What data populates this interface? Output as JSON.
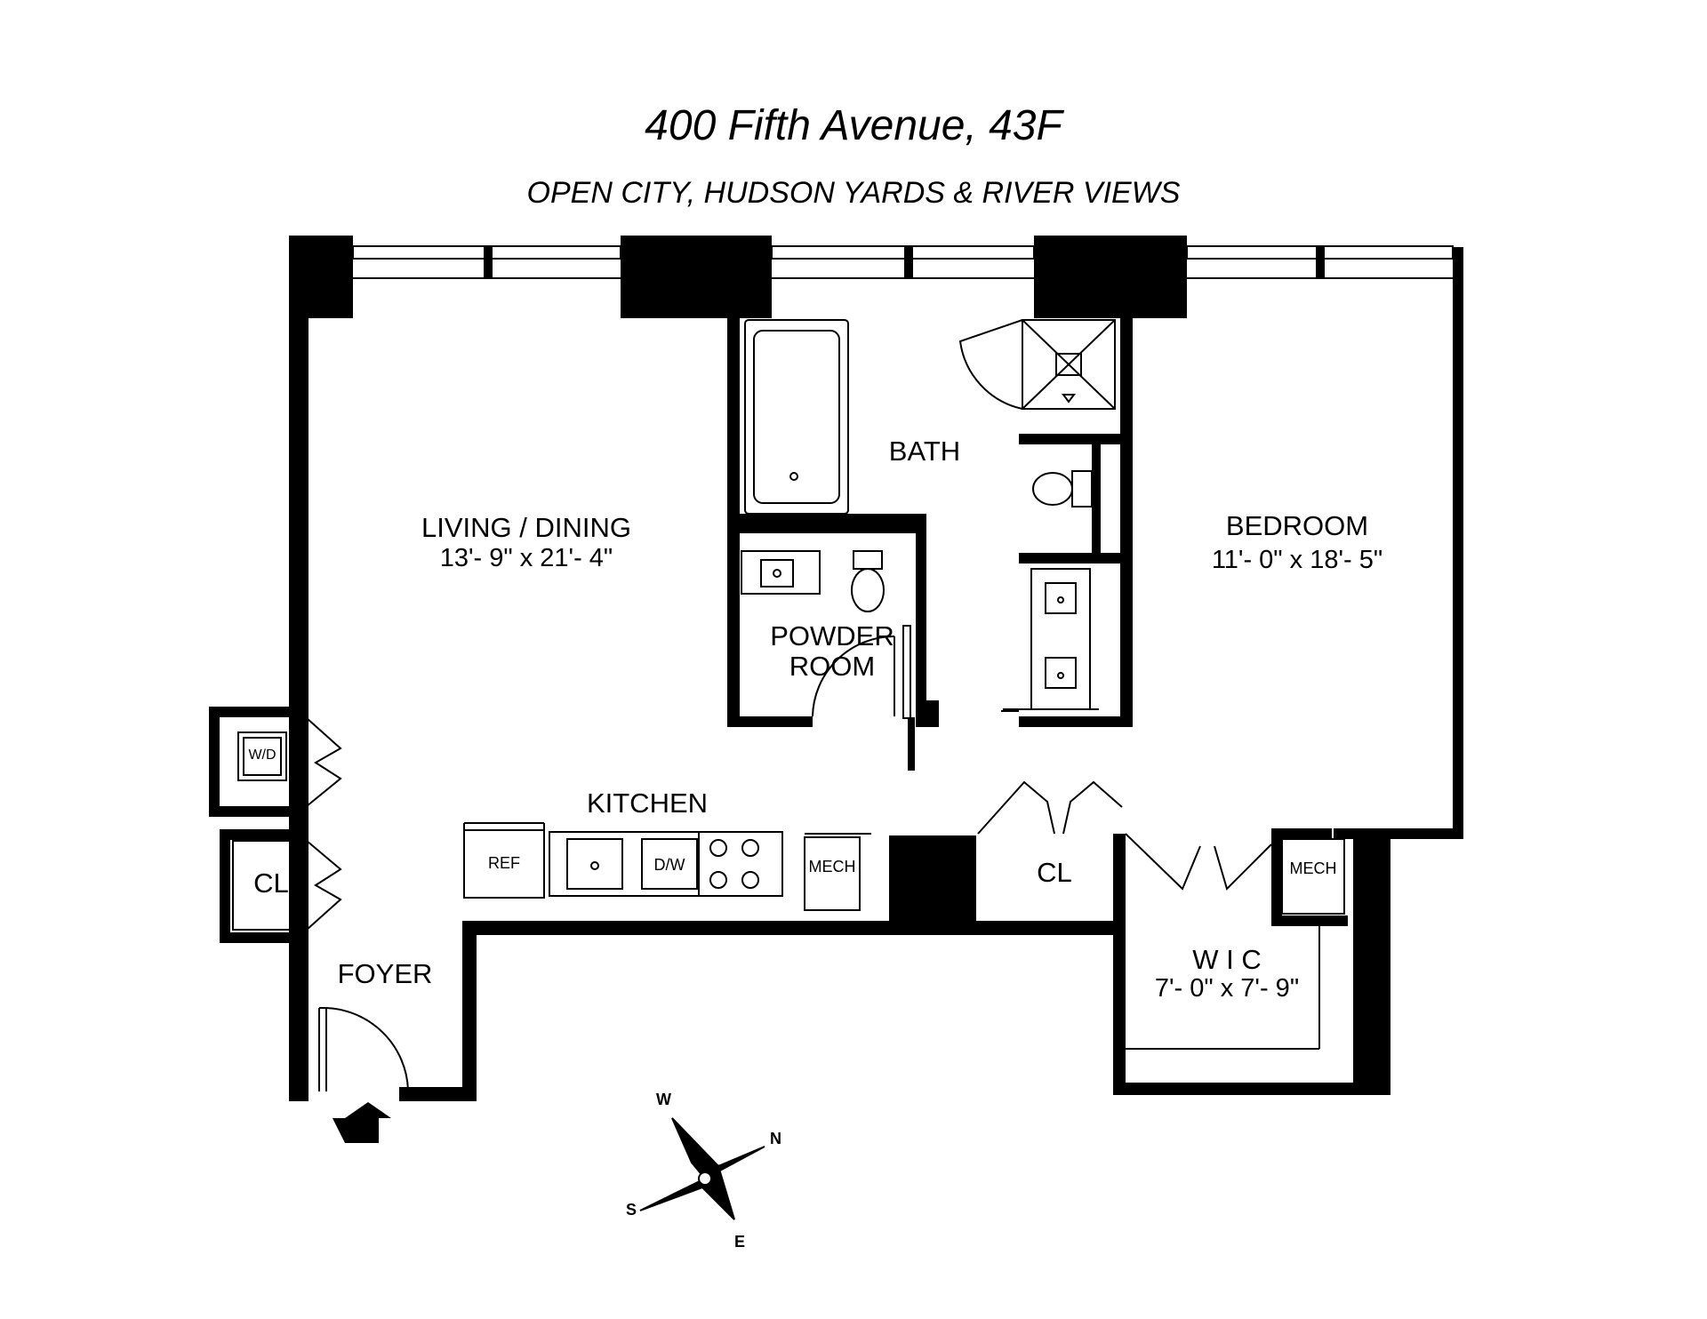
{
  "header": {
    "title": "400 Fifth Avenue, 43F",
    "subtitle": "OPEN CITY, HUDSON YARDS & RIVER VIEWS"
  },
  "rooms": {
    "living": {
      "name": "LIVING / DINING",
      "dimensions": "13'- 9\" x 21'- 4\""
    },
    "bedroom": {
      "name": "BEDROOM",
      "dimensions": "11'- 0\" x 18'- 5\""
    },
    "bath": {
      "name": "BATH"
    },
    "powder": {
      "name_line1": "POWDER",
      "name_line2": "ROOM"
    },
    "kitchen": {
      "name": "KITCHEN"
    },
    "foyer": {
      "name": "FOYER"
    },
    "closet_foyer": {
      "name": "CL"
    },
    "closet_hall": {
      "name": "CL"
    },
    "wic": {
      "name": "W I C",
      "dimensions": "7'- 0\" x 7'- 9\""
    }
  },
  "fixtures": {
    "washer_dryer": "W/D",
    "refrigerator": "REF",
    "dishwasher": "D/W",
    "mech_kitchen": "MECH",
    "mech_bedroom": "MECH"
  },
  "compass": {
    "north": "N",
    "south": "S",
    "east": "E",
    "west": "W"
  }
}
